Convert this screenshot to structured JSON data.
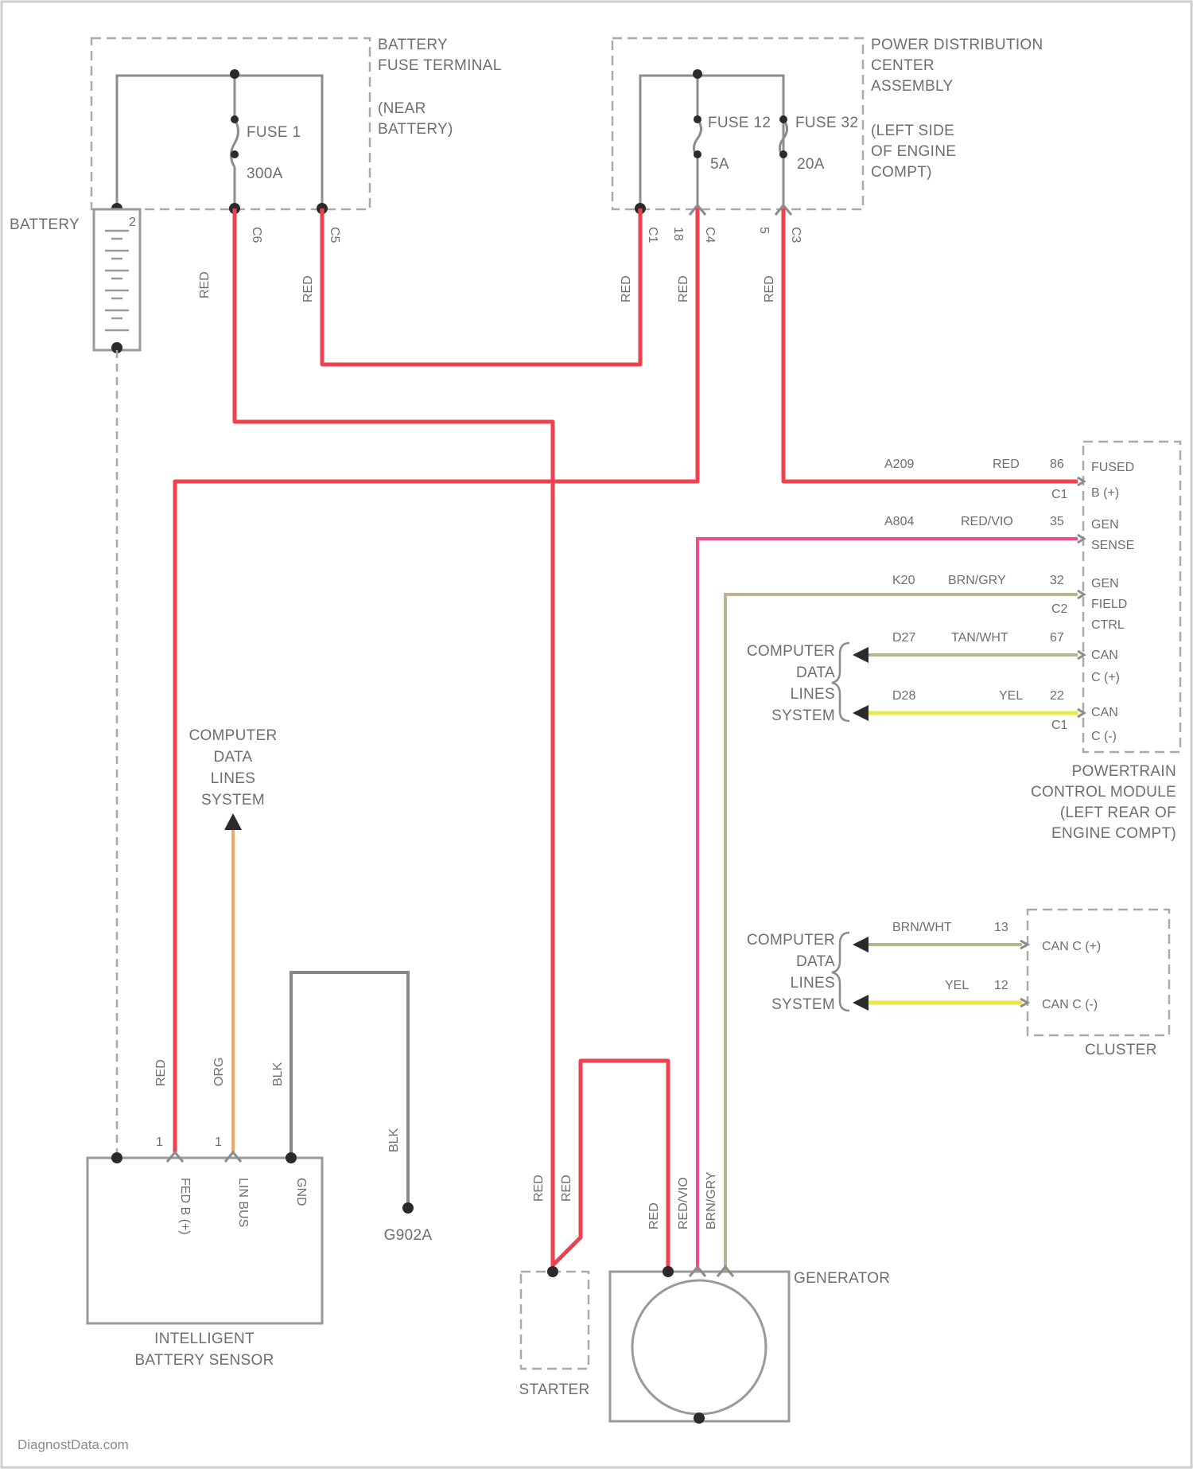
{
  "battery_fuse_terminal": {
    "title_lines": [
      "BATTERY",
      "FUSE TERMINAL"
    ],
    "location_lines": [
      "(NEAR",
      "BATTERY)"
    ],
    "fuse_name": "FUSE 1",
    "fuse_rating": "300A",
    "pins": [
      "C6",
      "C5"
    ]
  },
  "power_distribution_center": {
    "title_lines": [
      "POWER DISTRIBUTION",
      "CENTER",
      "ASSEMBLY"
    ],
    "location_lines": [
      "(LEFT SIDE",
      "OF ENGINE",
      "COMPT)"
    ],
    "fuses": [
      {
        "name": "FUSE 12",
        "rating": "5A"
      },
      {
        "name": "FUSE 32",
        "rating": "20A"
      }
    ],
    "pins": [
      "C1",
      "18",
      "C4",
      "5",
      "C3"
    ]
  },
  "battery": {
    "label": "BATTERY",
    "pin": "2"
  },
  "wire_labels": {
    "red": "RED",
    "red_vio": "RED/VIO",
    "brn_gry": "BRN/GRY",
    "org": "ORG",
    "blk": "BLK"
  },
  "pcm": {
    "connector_rows": [
      {
        "circuit": "A209",
        "color": "RED",
        "pin": "86",
        "connector": "C1"
      },
      {
        "circuit": "A804",
        "color": "RED/VIO",
        "pin": "35",
        "connector": ""
      },
      {
        "circuit": "K20",
        "color": "BRN/GRY",
        "pin": "32",
        "connector": "C2"
      },
      {
        "circuit": "D27",
        "color": "TAN/WHT",
        "pin": "67",
        "connector": ""
      },
      {
        "circuit": "D28",
        "color": "YEL",
        "pin": "22",
        "connector": "C1"
      }
    ],
    "pin_labels": [
      [
        "FUSED",
        "B (+)"
      ],
      [
        "GEN",
        "SENSE"
      ],
      [
        "GEN",
        "FIELD",
        "CTRL"
      ],
      [
        "CAN",
        "C (+)"
      ],
      [
        "CAN",
        "C (-)"
      ]
    ],
    "title_lines": [
      "POWERTRAIN",
      "CONTROL MODULE",
      "(LEFT REAR OF",
      "ENGINE COMPT)"
    ]
  },
  "computer_data_lines": [
    "COMPUTER",
    "DATA",
    "LINES",
    "SYSTEM"
  ],
  "cluster": {
    "rows": [
      {
        "color": "BRN/WHT",
        "pin": "13",
        "label": "CAN C (+)"
      },
      {
        "color": "YEL",
        "pin": "12",
        "label": "CAN C (-)"
      }
    ],
    "title": "CLUSTER"
  },
  "ibs": {
    "pins": [
      "1",
      "1"
    ],
    "pin_labels": [
      "FED B (+)",
      "LIN BUS",
      "GND"
    ],
    "title_lines": [
      "INTELLIGENT",
      "BATTERY SENSOR"
    ]
  },
  "ground": {
    "label": "G902A"
  },
  "starter": {
    "label": "STARTER"
  },
  "generator": {
    "label": "GENERATOR"
  },
  "watermark": "DiagnostData.com"
}
